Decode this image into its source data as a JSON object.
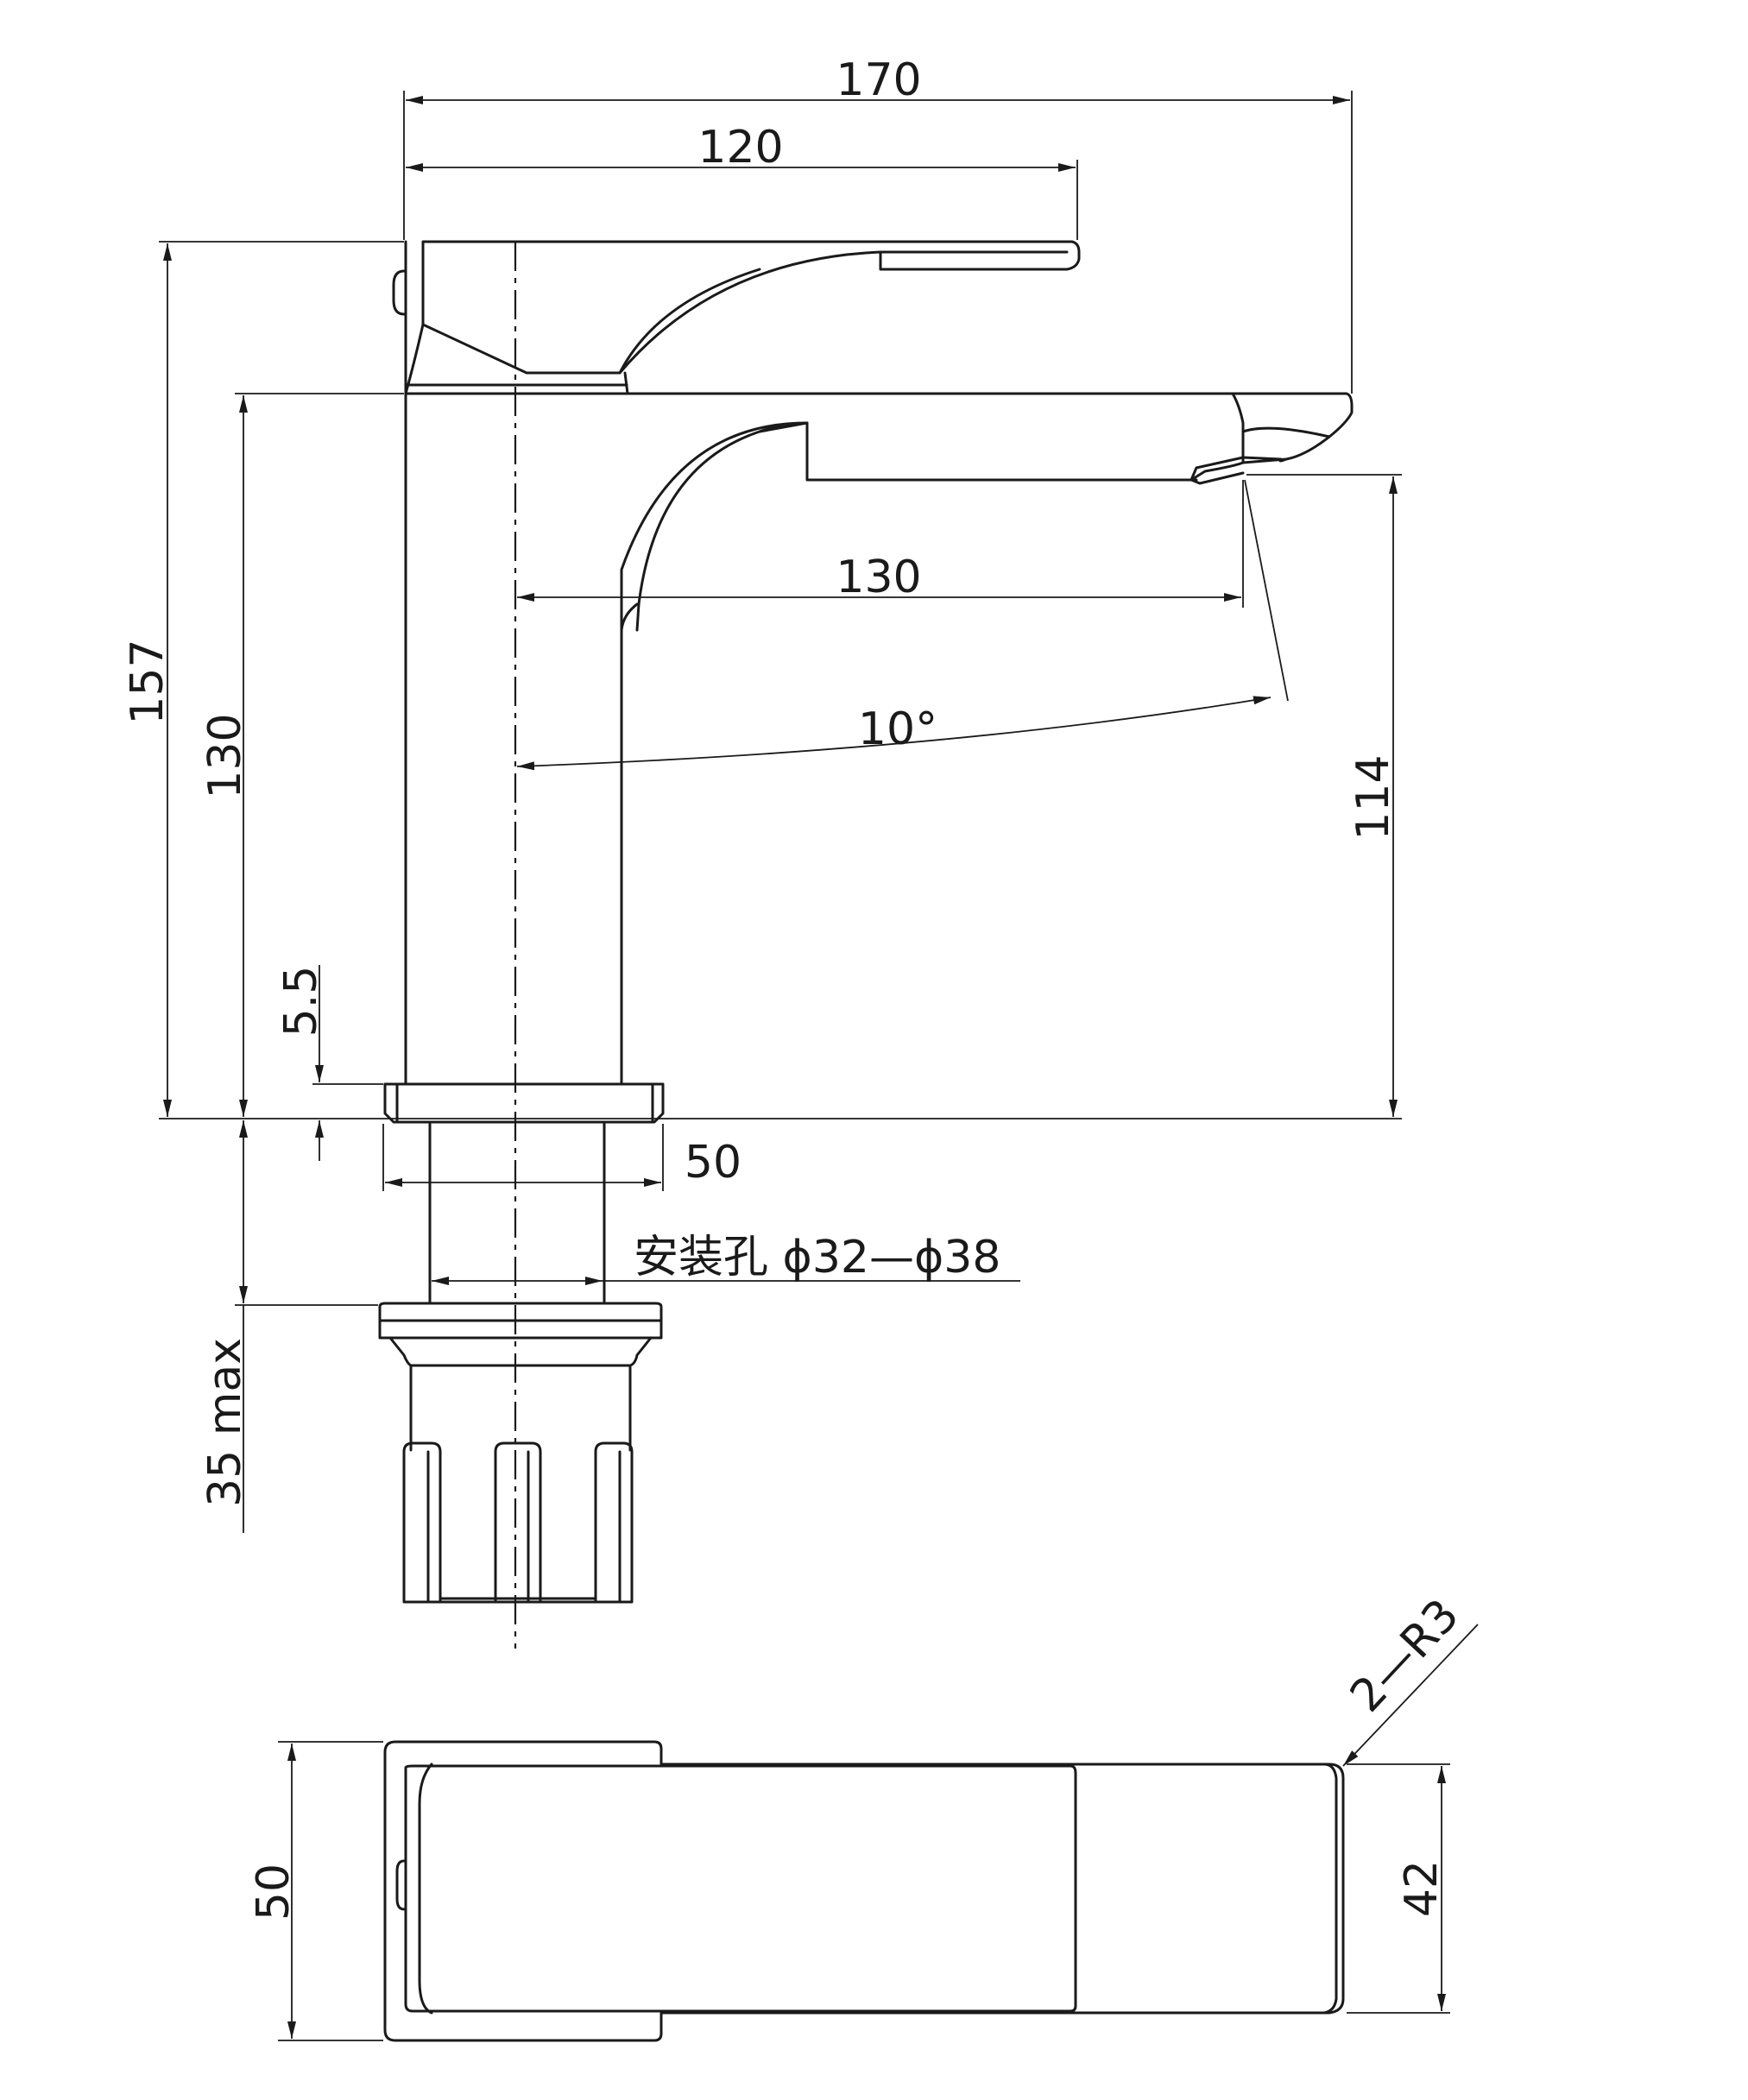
{
  "dimensions": {
    "overall_length": "170",
    "handle_length": "120",
    "total_height": "157",
    "body_height": "130",
    "spout_reach": "130",
    "spout_angle": "10°",
    "spout_clearance": "114",
    "flange_thickness": "5.5",
    "flange_diameter": "50",
    "mounting_hole": "安装孔 ϕ32—ϕ38",
    "max_deck_thickness": "35 max",
    "top_view_width": "50",
    "top_view_spout_width": "42",
    "corner_radius": "2—R3"
  }
}
